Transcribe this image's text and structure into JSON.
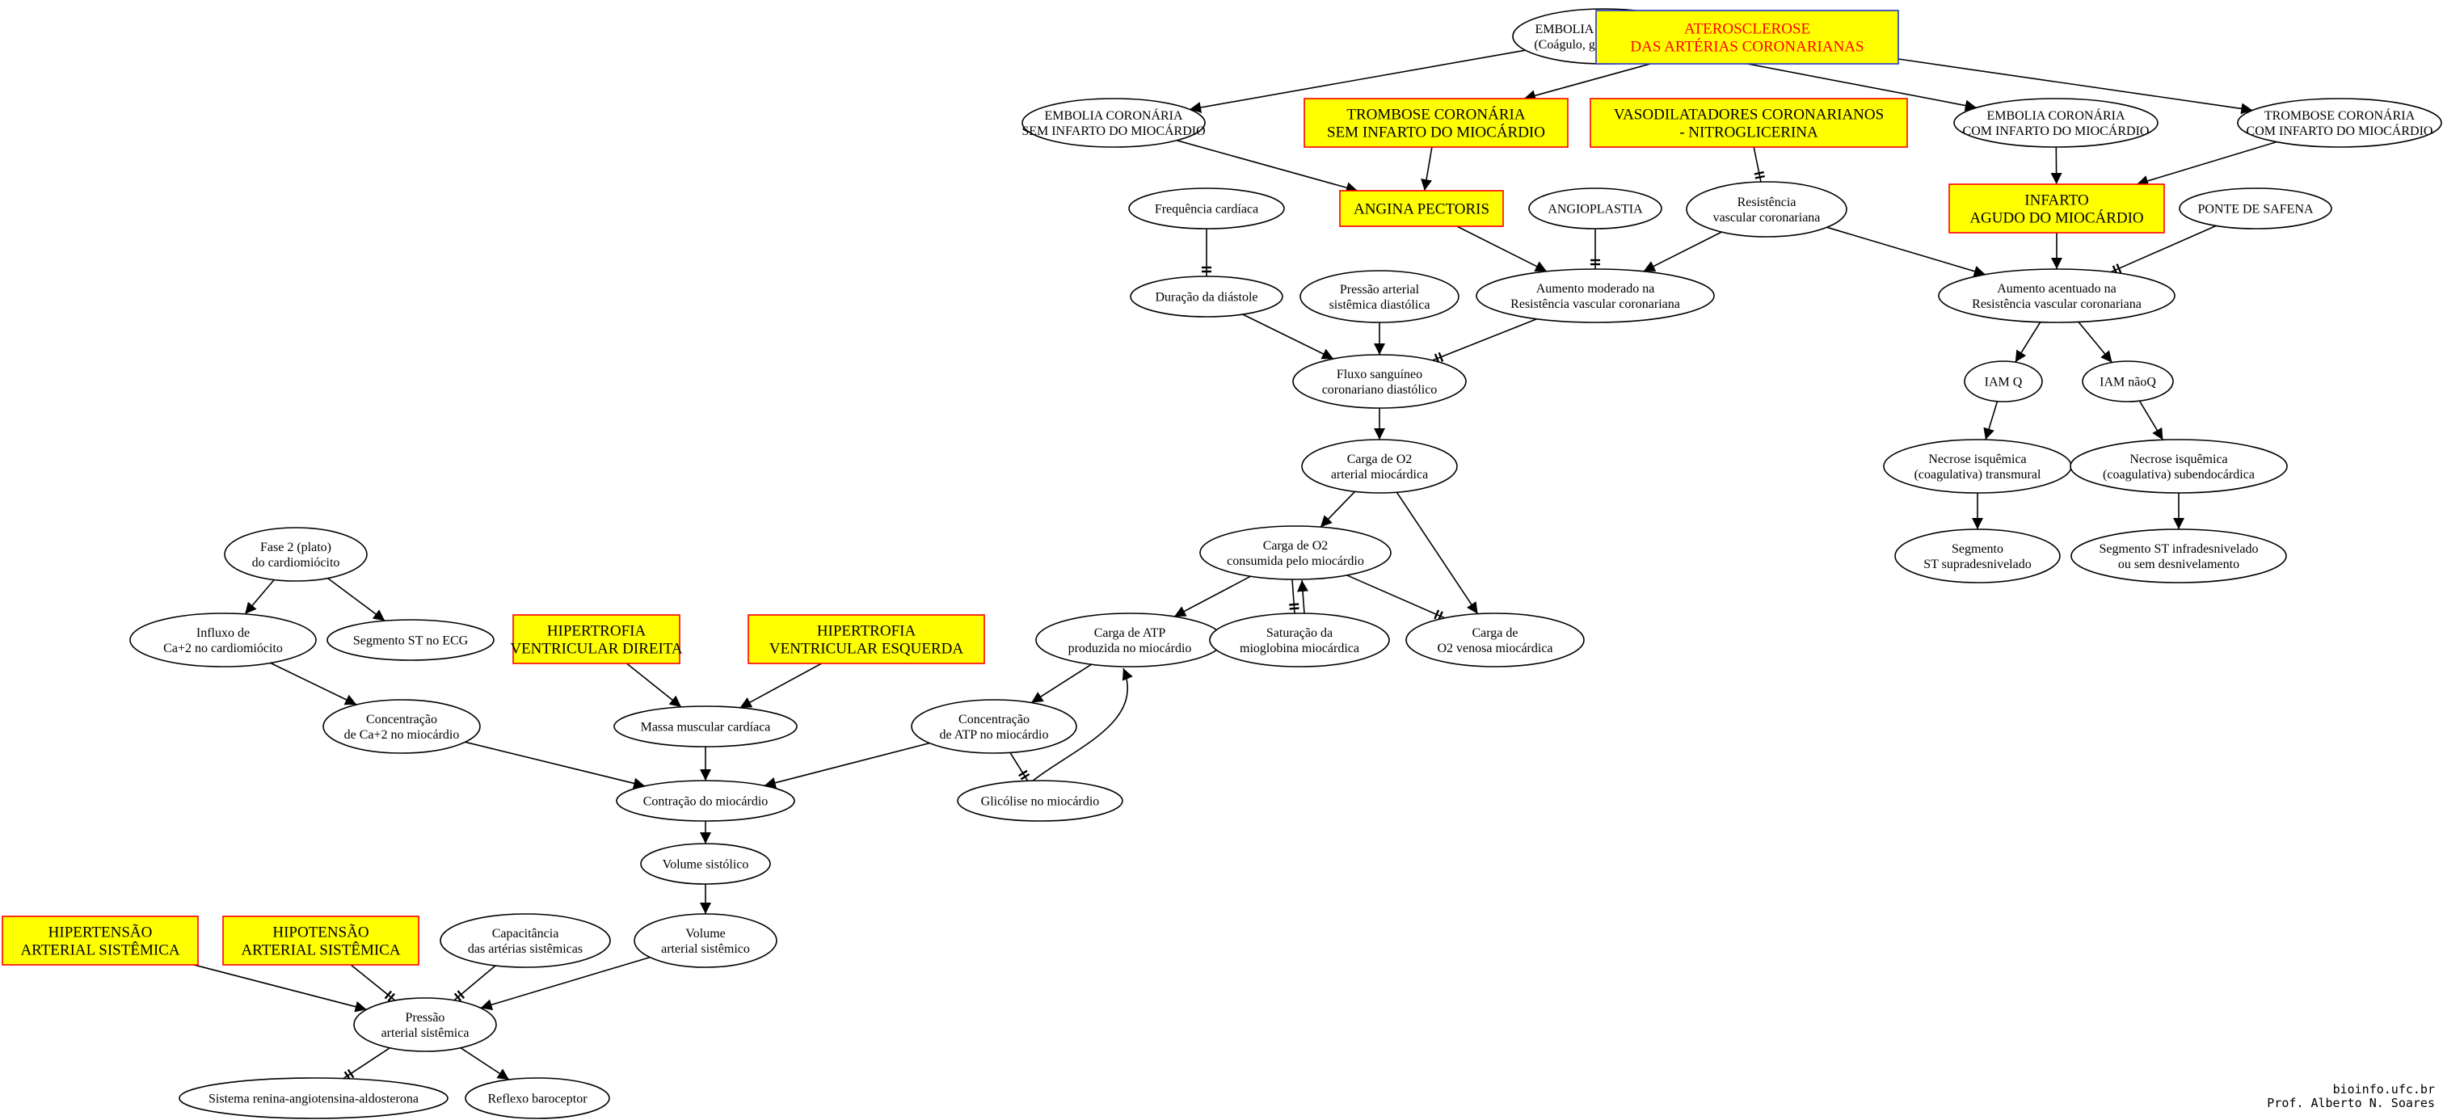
{
  "diagram": {
    "nodes": [
      {
        "id": "embolia_coronaria",
        "lines": [
          "EMBOLIA CORONÁRIA",
          "(Coágulo, gordura, gasosa)"
        ]
      },
      {
        "id": "aterosclerose",
        "lines": [
          "ATEROSCLEROSE",
          "DAS ARTÉRIAS CORONARIANAS"
        ]
      },
      {
        "id": "embolia_sem",
        "lines": [
          "EMBOLIA CORONÁRIA",
          "SEM INFARTO DO MIOCÁRDIO"
        ]
      },
      {
        "id": "trombose_sem",
        "lines": [
          "TROMBOSE CORONÁRIA",
          "SEM INFARTO DO MIOCÁRDIO"
        ]
      },
      {
        "id": "vasodilatadores",
        "lines": [
          "VASODILATADORES CORONARIANOS",
          "- NITROGLICERINA"
        ]
      },
      {
        "id": "embolia_com",
        "lines": [
          "EMBOLIA CORONÁRIA",
          "COM INFARTO DO MIOCÁRDIO"
        ]
      },
      {
        "id": "trombose_com",
        "lines": [
          "TROMBOSE CORONÁRIA",
          "COM INFARTO DO MIOCÁRDIO"
        ]
      },
      {
        "id": "freq_cardiaca",
        "lines": [
          "Frequência cardíaca"
        ]
      },
      {
        "id": "angina",
        "lines": [
          "ANGINA PECTORIS"
        ]
      },
      {
        "id": "angioplastia",
        "lines": [
          "ANGIOPLASTIA"
        ]
      },
      {
        "id": "resistencia",
        "lines": [
          "Resistência",
          "vascular coronariana"
        ]
      },
      {
        "id": "infarto",
        "lines": [
          "INFARTO",
          "AGUDO DO MIOCÁRDIO"
        ]
      },
      {
        "id": "ponte_safena",
        "lines": [
          "PONTE DE SAFENA"
        ]
      },
      {
        "id": "duracao_diastole",
        "lines": [
          "Duração da diástole"
        ]
      },
      {
        "id": "pressao_diastolica",
        "lines": [
          "Pressão arterial",
          "sistêmica diastólica"
        ]
      },
      {
        "id": "aumento_moderado",
        "lines": [
          "Aumento moderado na",
          "Resistência vascular coronariana"
        ]
      },
      {
        "id": "aumento_acentuado",
        "lines": [
          "Aumento acentuado na",
          "Resistência vascular coronariana"
        ]
      },
      {
        "id": "fluxo",
        "lines": [
          "Fluxo sanguíneo",
          "coronariano diastólico"
        ]
      },
      {
        "id": "iam_q",
        "lines": [
          "IAM Q"
        ]
      },
      {
        "id": "iam_naoq",
        "lines": [
          "IAM  nãoQ"
        ]
      },
      {
        "id": "carga_o2_arterial",
        "lines": [
          "Carga de O2",
          "arterial miocárdica"
        ]
      },
      {
        "id": "necrose_trans",
        "lines": [
          "Necrose isquêmica",
          "(coagulativa) transmural"
        ]
      },
      {
        "id": "necrose_sub",
        "lines": [
          "Necrose isquêmica",
          "(coagulativa) subendocárdica"
        ]
      },
      {
        "id": "fase2",
        "lines": [
          "Fase 2 (plato)",
          "do cardiomiócito"
        ]
      },
      {
        "id": "carga_o2_consumida",
        "lines": [
          "Carga de O2",
          "consumida pelo miocárdio"
        ]
      },
      {
        "id": "seg_st_supra",
        "lines": [
          "Segmento",
          "ST supradesnivelado"
        ]
      },
      {
        "id": "seg_st_infra",
        "lines": [
          "Segmento ST infradesnivelado",
          "ou sem desnivelamento"
        ]
      },
      {
        "id": "influxo_ca",
        "lines": [
          "Influxo de",
          "Ca+2 no cardiomiócito"
        ]
      },
      {
        "id": "seg_st_ecg",
        "lines": [
          "Segmento ST no ECG"
        ]
      },
      {
        "id": "hipertrofia_dir",
        "lines": [
          "HIPERTROFIA",
          "VENTRICULAR DIREITA"
        ]
      },
      {
        "id": "hipertrofia_esq",
        "lines": [
          "HIPERTROFIA",
          "VENTRICULAR ESQUERDA"
        ]
      },
      {
        "id": "carga_atp",
        "lines": [
          "Carga de ATP",
          "produzida no miocárdio"
        ]
      },
      {
        "id": "saturacao",
        "lines": [
          "Saturação da",
          "mioglobina  miocárdica"
        ]
      },
      {
        "id": "carga_o2_venosa",
        "lines": [
          "Carga de",
          "O2 venosa miocárdica"
        ]
      },
      {
        "id": "conc_ca",
        "lines": [
          "Concentração",
          "de Ca+2 no miocárdio"
        ]
      },
      {
        "id": "massa",
        "lines": [
          "Massa muscular cardíaca"
        ]
      },
      {
        "id": "conc_atp",
        "lines": [
          "Concentração",
          "de ATP no miocárdio"
        ]
      },
      {
        "id": "contracao",
        "lines": [
          "Contração do miocárdio"
        ]
      },
      {
        "id": "glicolise",
        "lines": [
          "Glicólise no miocárdio"
        ]
      },
      {
        "id": "volume_sistolico",
        "lines": [
          "Volume sistólico"
        ]
      },
      {
        "id": "hipertensao",
        "lines": [
          "HIPERTENSÃO",
          "ARTERIAL SISTÊMICA"
        ]
      },
      {
        "id": "hipotensao",
        "lines": [
          "HIPOTENSÃO",
          "ARTERIAL SISTÊMICA"
        ]
      },
      {
        "id": "capacitancia",
        "lines": [
          "Capacitância",
          "das artérias sistêmicas"
        ]
      },
      {
        "id": "volume_arterial",
        "lines": [
          "Volume",
          "arterial sistêmico"
        ]
      },
      {
        "id": "pressao_sistemica",
        "lines": [
          "Pressão",
          "arterial sistêmica"
        ]
      },
      {
        "id": "renina",
        "lines": [
          "Sistema renina-angiotensina-aldosterona"
        ]
      },
      {
        "id": "reflexo",
        "lines": [
          "Reflexo baroceptor"
        ]
      }
    ]
  },
  "credits": {
    "line1": "bioinfo.ufc.br",
    "line2": "Prof. Alberto N. Soares"
  }
}
